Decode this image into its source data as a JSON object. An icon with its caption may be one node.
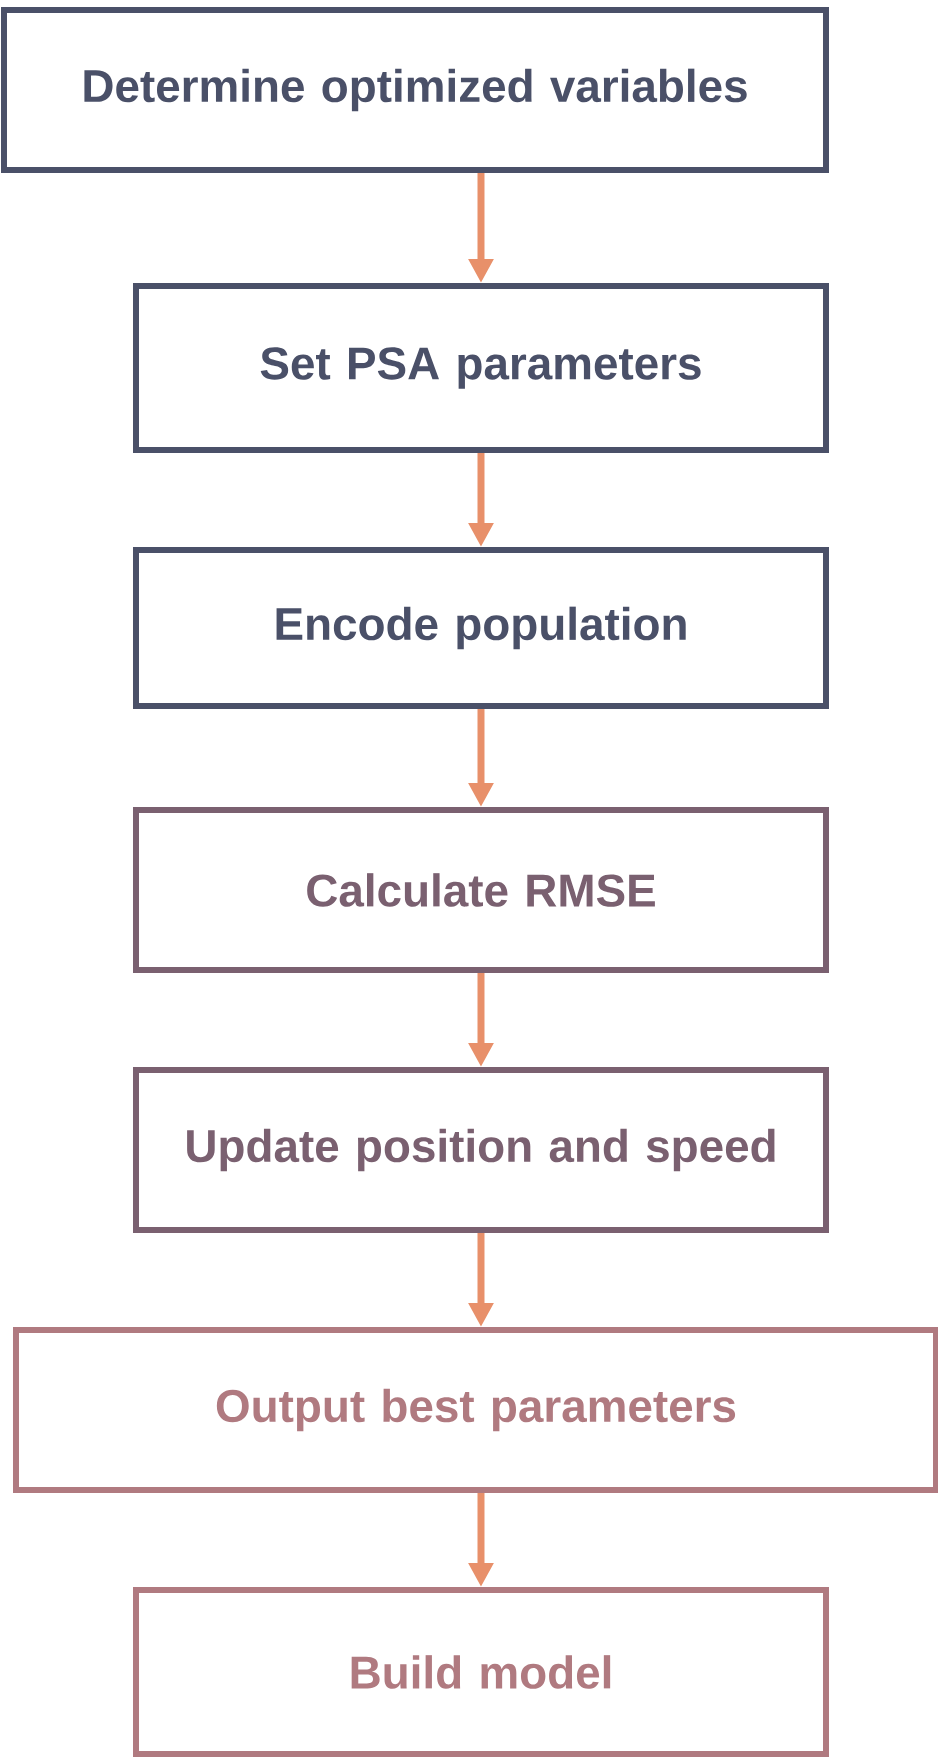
{
  "diagram": {
    "nodes": [
      {
        "text": [
          "Determine optimized variables"
        ]
      },
      {
        "text": [
          "Set PSA parameters"
        ]
      },
      {
        "text": [
          "Encode population"
        ]
      },
      {
        "text": [
          "Calculate RMSE"
        ]
      },
      {
        "text": [
          "Update position and speed"
        ]
      },
      {
        "text": [
          "Output best parameters"
        ]
      },
      {
        "text": [
          "Build model"
        ]
      }
    ],
    "edges": [
      {
        "from": 0,
        "to": 1,
        "arrow": "to"
      },
      {
        "from": 1,
        "to": 2,
        "arrow": "to"
      },
      {
        "from": 2,
        "to": 3,
        "arrow": "to"
      },
      {
        "from": 3,
        "to": 4,
        "arrow": "to"
      },
      {
        "from": 4,
        "to": 5,
        "arrow": "to"
      },
      {
        "from": 5,
        "to": 6,
        "arrow": "to"
      }
    ]
  }
}
